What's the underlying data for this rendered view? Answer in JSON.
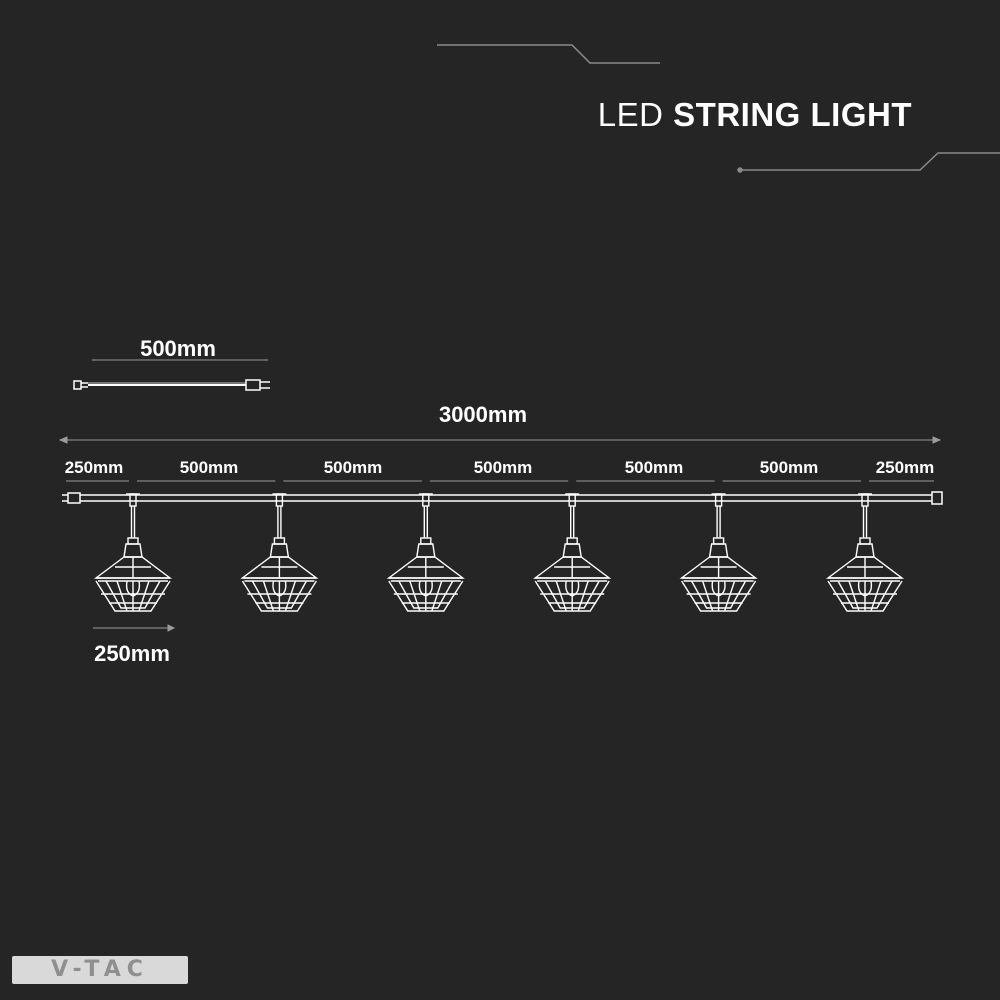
{
  "title": {
    "regular": "LED",
    "bold": "STRING LIGHT"
  },
  "dimensions": {
    "cable_length": "500mm",
    "total_length": "3000mm",
    "segments": [
      "250mm",
      "500mm",
      "500mm",
      "500mm",
      "500mm",
      "500mm",
      "250mm"
    ],
    "shade_width": "250mm"
  },
  "lamp_count": 6,
  "colors": {
    "background": "#252525",
    "line": "#ffffff",
    "accent": "#9a9a9a"
  },
  "logo": {
    "text": "V-TAC",
    "icon": "v-tac-logo"
  }
}
